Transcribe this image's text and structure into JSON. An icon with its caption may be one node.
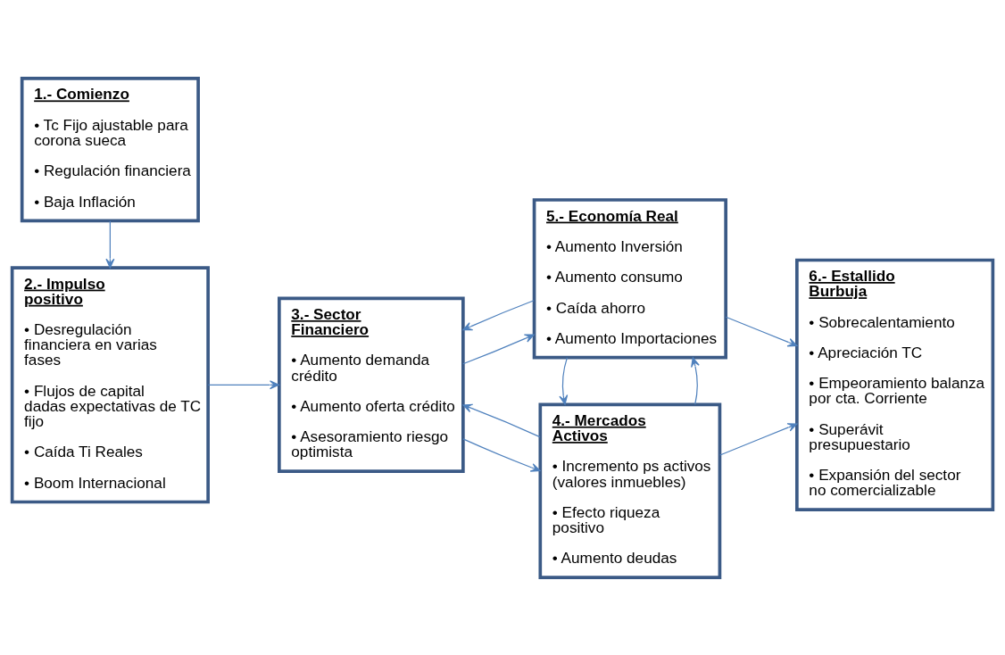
{
  "diagram": {
    "nodes": [
      {
        "text": [
          "1.- Comienzo",
          "• Tc Fijo ajustable para corona sueca",
          "• Regulación financiera",
          "• Baja Inflación"
        ]
      },
      {
        "text": [
          "2.- Impulso positivo",
          "• Desregulación financiera en varias fases",
          "• Flujos de capital dadas expectativas de TC fijo",
          "• Caída Ti Reales",
          "• Boom Internacional"
        ]
      },
      {
        "text": [
          "3.- Sector Financiero",
          "• Aumento demanda crédito",
          "• Aumento oferta crédito",
          "• Asesoramiento riesgo optimista"
        ]
      },
      {
        "text": [
          "4.- Mercados Activos",
          "• Incremento ps activos (valores inmuebles)",
          "• Efecto riqueza positivo",
          "• Aumento deudas"
        ]
      },
      {
        "text": [
          "5.- Economía Real",
          "• Aumento Inversión",
          "• Aumento consumo",
          "• Caída ahorro",
          "• Aumento Importaciones"
        ]
      },
      {
        "text": [
          "6.- Estallido Burbuja",
          "• Sobrecalentamiento",
          "• Apreciación TC",
          "• Empeoramiento balanza por cta. Corriente",
          "• Superávit presupuestario",
          "• Expansión del sector no comercializable"
        ]
      }
    ],
    "edges": [
      {
        "from": 0,
        "to": 1,
        "arrow": "to"
      },
      {
        "from": 1,
        "to": 2,
        "arrow": "to"
      },
      {
        "from": 2,
        "to": 3,
        "arrow": "to"
      },
      {
        "from": 3,
        "to": 2,
        "arrow": "to"
      },
      {
        "from": 2,
        "to": 4,
        "arrow": "to"
      },
      {
        "from": 4,
        "to": 2,
        "arrow": "to"
      },
      {
        "from": 3,
        "to": 4,
        "arrow": "to"
      },
      {
        "from": 4,
        "to": 3,
        "arrow": "to"
      },
      {
        "from": 3,
        "to": 5,
        "arrow": "to"
      },
      {
        "from": 4,
        "to": 5,
        "arrow": "to"
      }
    ]
  }
}
